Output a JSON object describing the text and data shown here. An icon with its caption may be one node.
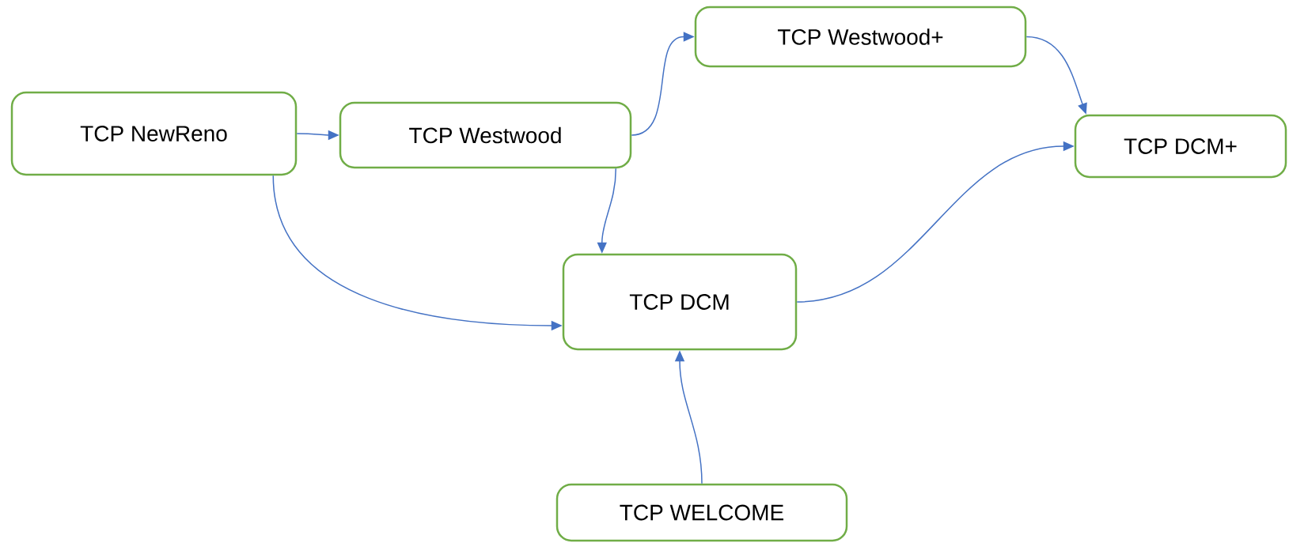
{
  "diagram": {
    "nodes": [
      {
        "text": [
          "TCP NewReno"
        ]
      },
      {
        "text": [
          "TCP Westwood"
        ]
      },
      {
        "text": [
          "TCP Westwood+"
        ]
      },
      {
        "text": [
          "TCP DCM+"
        ]
      },
      {
        "text": [
          "TCP DCM"
        ]
      },
      {
        "text": [
          "TCP WELCOME"
        ]
      }
    ],
    "edges": [
      {
        "from": 0,
        "to": 1,
        "arrow": "to"
      },
      {
        "from": 0,
        "to": 4,
        "arrow": "to"
      },
      {
        "from": 1,
        "to": 2,
        "arrow": "to"
      },
      {
        "from": 1,
        "to": 4,
        "arrow": "to"
      },
      {
        "from": 2,
        "to": 3,
        "arrow": "to"
      },
      {
        "from": 4,
        "to": 3,
        "arrow": "to"
      },
      {
        "from": 5,
        "to": 4,
        "arrow": "to"
      }
    ]
  }
}
